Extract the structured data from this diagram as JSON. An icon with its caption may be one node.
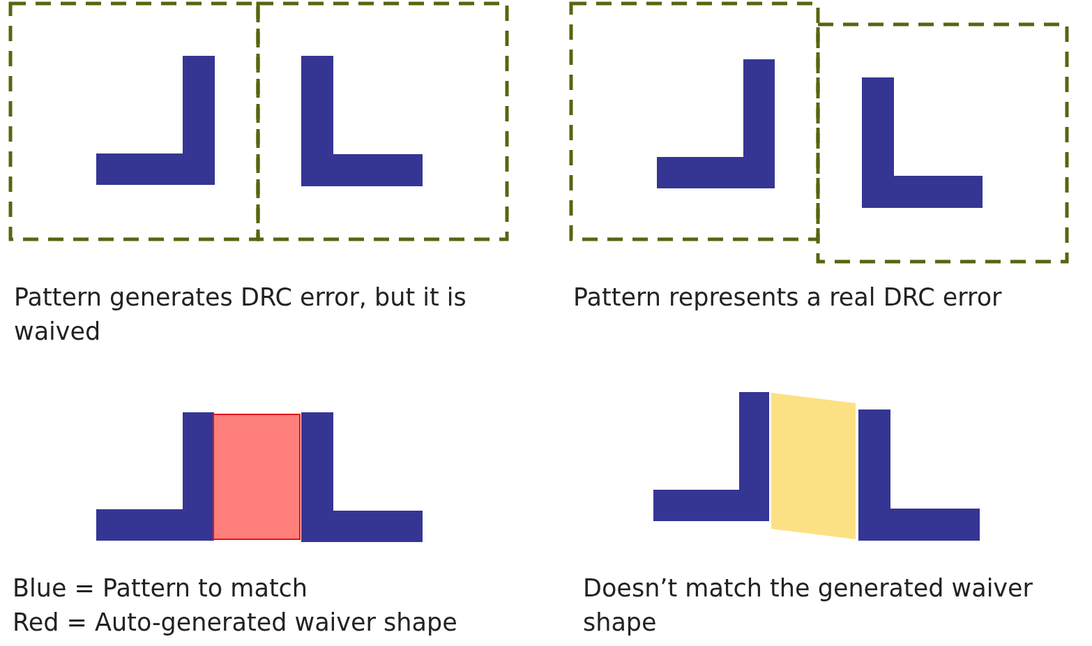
{
  "diagram": {
    "labels": [
      "Pattern generates DRC error, but it is waived",
      "Pattern represents a real DRC error",
      "Blue = Pattern to match",
      "Red = Auto-generated waiver shape",
      "Doesn’t match the generated waiver shape"
    ]
  }
}
